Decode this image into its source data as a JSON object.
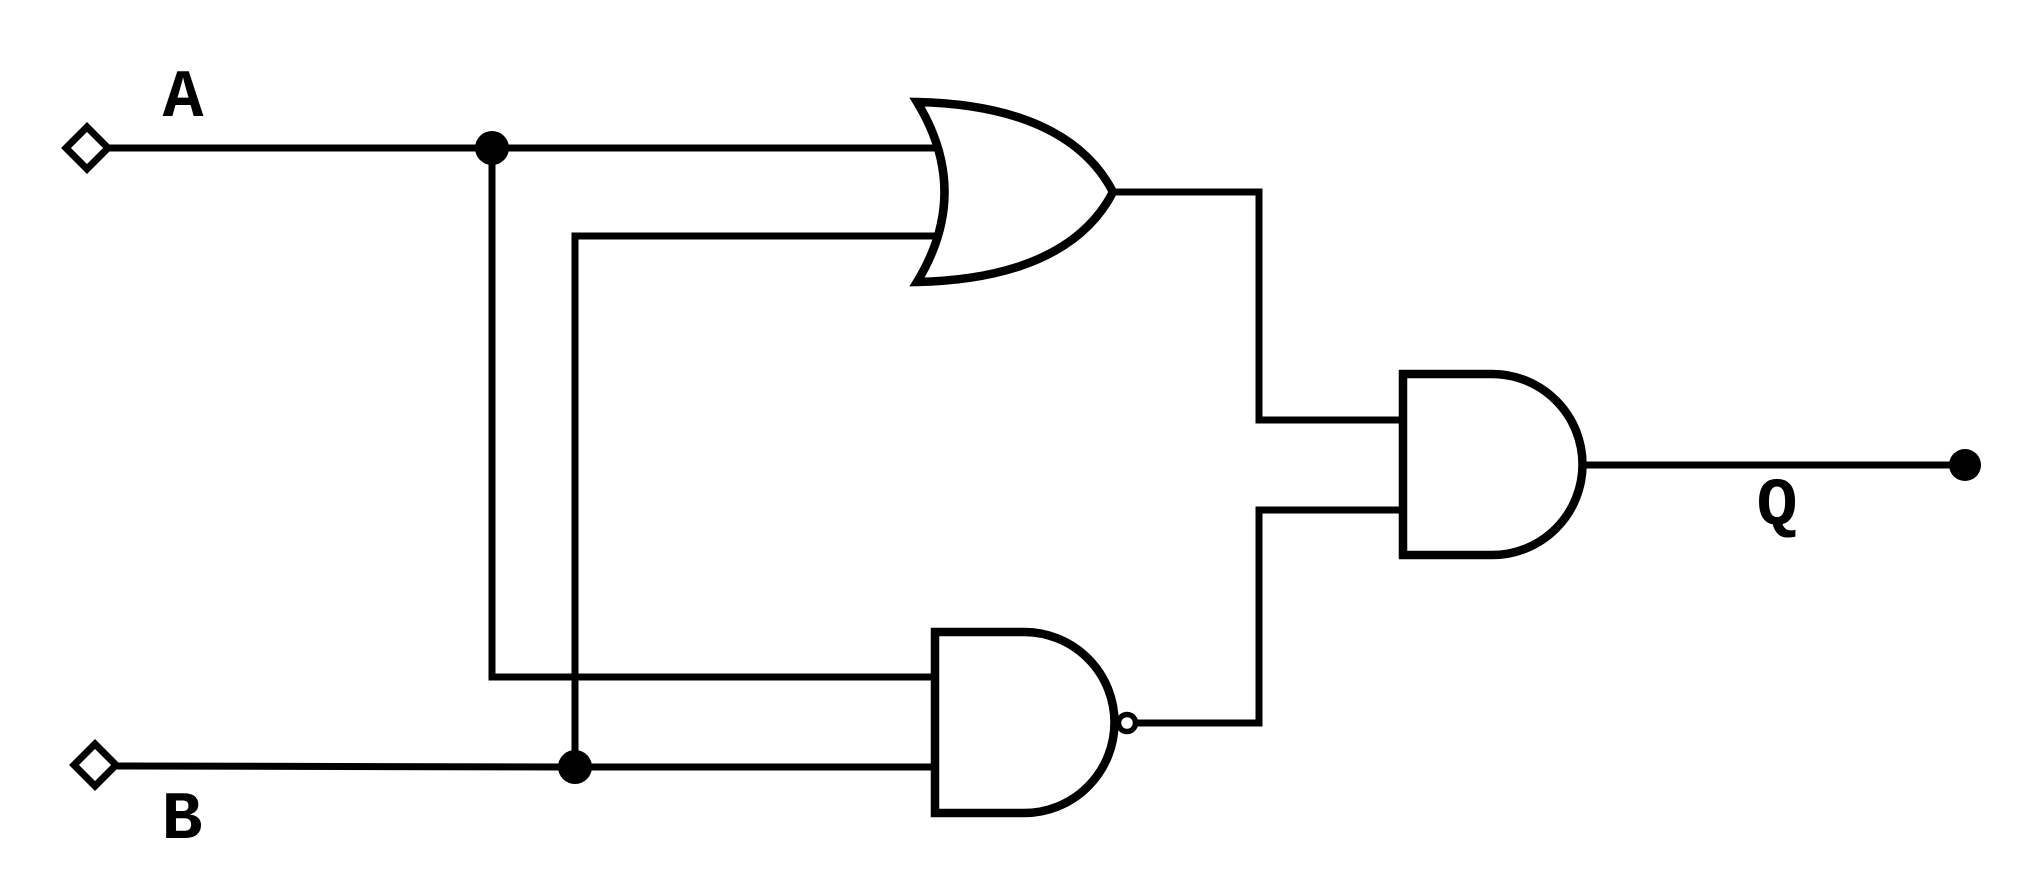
{
  "circuit": {
    "kind": "logic-gate-schematic",
    "inputs": [
      {
        "id": "A",
        "label": "A"
      },
      {
        "id": "B",
        "label": "B"
      }
    ],
    "output": {
      "id": "Q",
      "label": "Q"
    },
    "gates": [
      {
        "id": "or1",
        "type": "OR",
        "inputs": [
          "A",
          "B"
        ],
        "output": "or1_out"
      },
      {
        "id": "nand1",
        "type": "NAND",
        "inputs": [
          "A",
          "B"
        ],
        "output": "nand1_out"
      },
      {
        "id": "and1",
        "type": "AND",
        "inputs": [
          "or1_out",
          "nand1_out"
        ],
        "output": "Q"
      }
    ],
    "junctions": [
      {
        "net": "A"
      },
      {
        "net": "B"
      }
    ],
    "colors": {
      "stroke": "#000000",
      "background": "#ffffff",
      "gate_fill": "#ffffff"
    }
  }
}
